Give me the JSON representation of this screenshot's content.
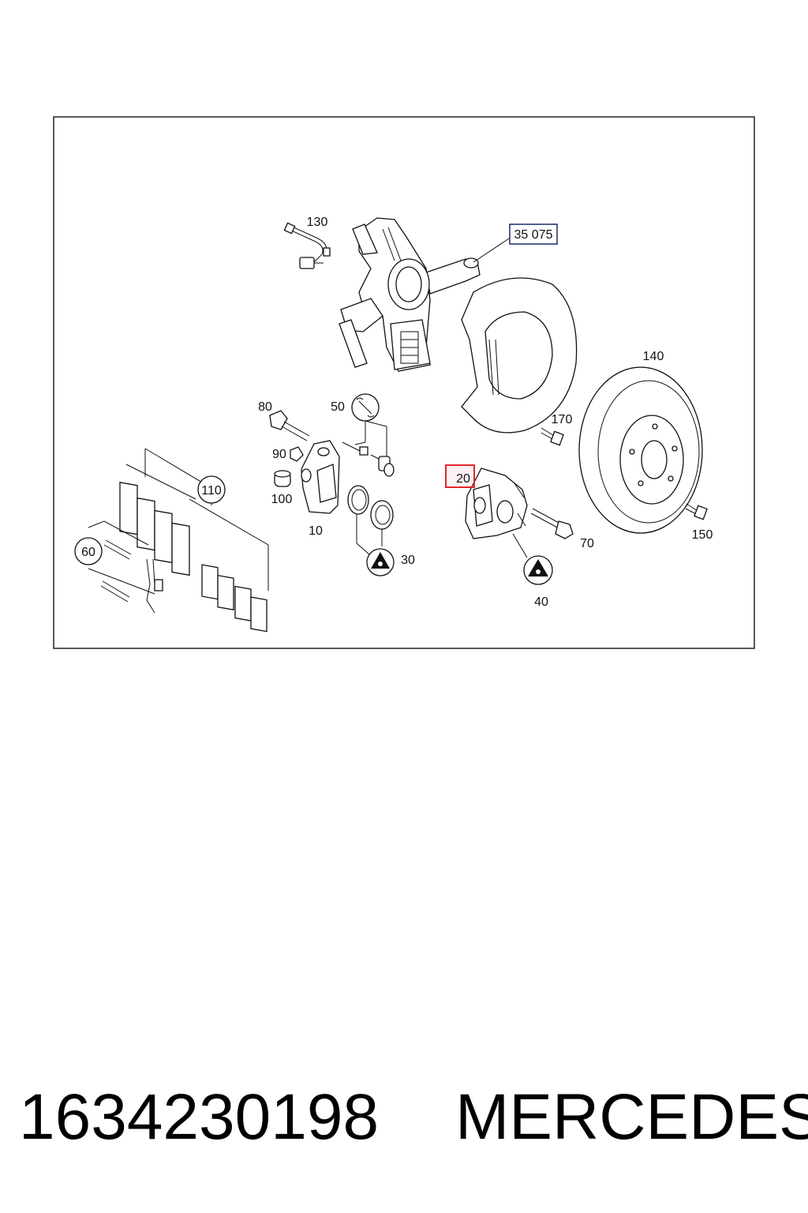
{
  "diagram": {
    "ref_label": "35 075",
    "parts": {
      "p10": "10",
      "p20": "20",
      "p30": "30",
      "p40": "40",
      "p50": "50",
      "p60": "60",
      "p70": "70",
      "p80": "80",
      "p90": "90",
      "p100": "100",
      "p110": "110",
      "p130": "130",
      "p140": "140",
      "p150": "150",
      "p170": "170"
    },
    "highlight_color": "#e0262d"
  },
  "footer": {
    "part_number": "1634230198",
    "brand": "MERCEDES"
  }
}
